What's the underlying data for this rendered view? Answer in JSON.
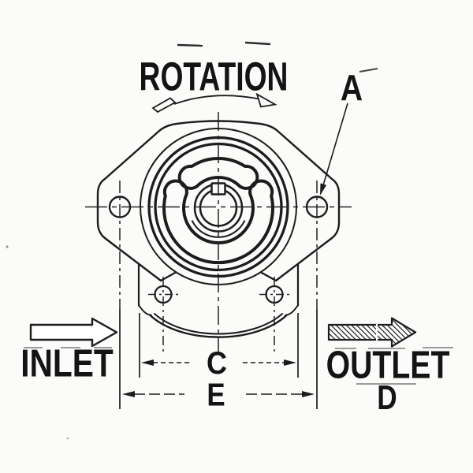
{
  "diagram": {
    "rotation_label": "ROTATION",
    "callout_a_label": "A",
    "inlet_label": "INLET",
    "outlet_label": "OUTLET",
    "dim_c_label": "C",
    "dim_e_label": "E",
    "dim_d_label": "D",
    "rotation_arrow": "curved-arrow-clockwise",
    "inlet_arrow": "outline-arrow-right",
    "outlet_arrow": "hatched-arrow-right"
  },
  "style": {
    "line_color": "#1c1c1c",
    "centerline_color": "#222222",
    "faint_color": "#9a9a9a",
    "background": "#fbfbfa"
  }
}
